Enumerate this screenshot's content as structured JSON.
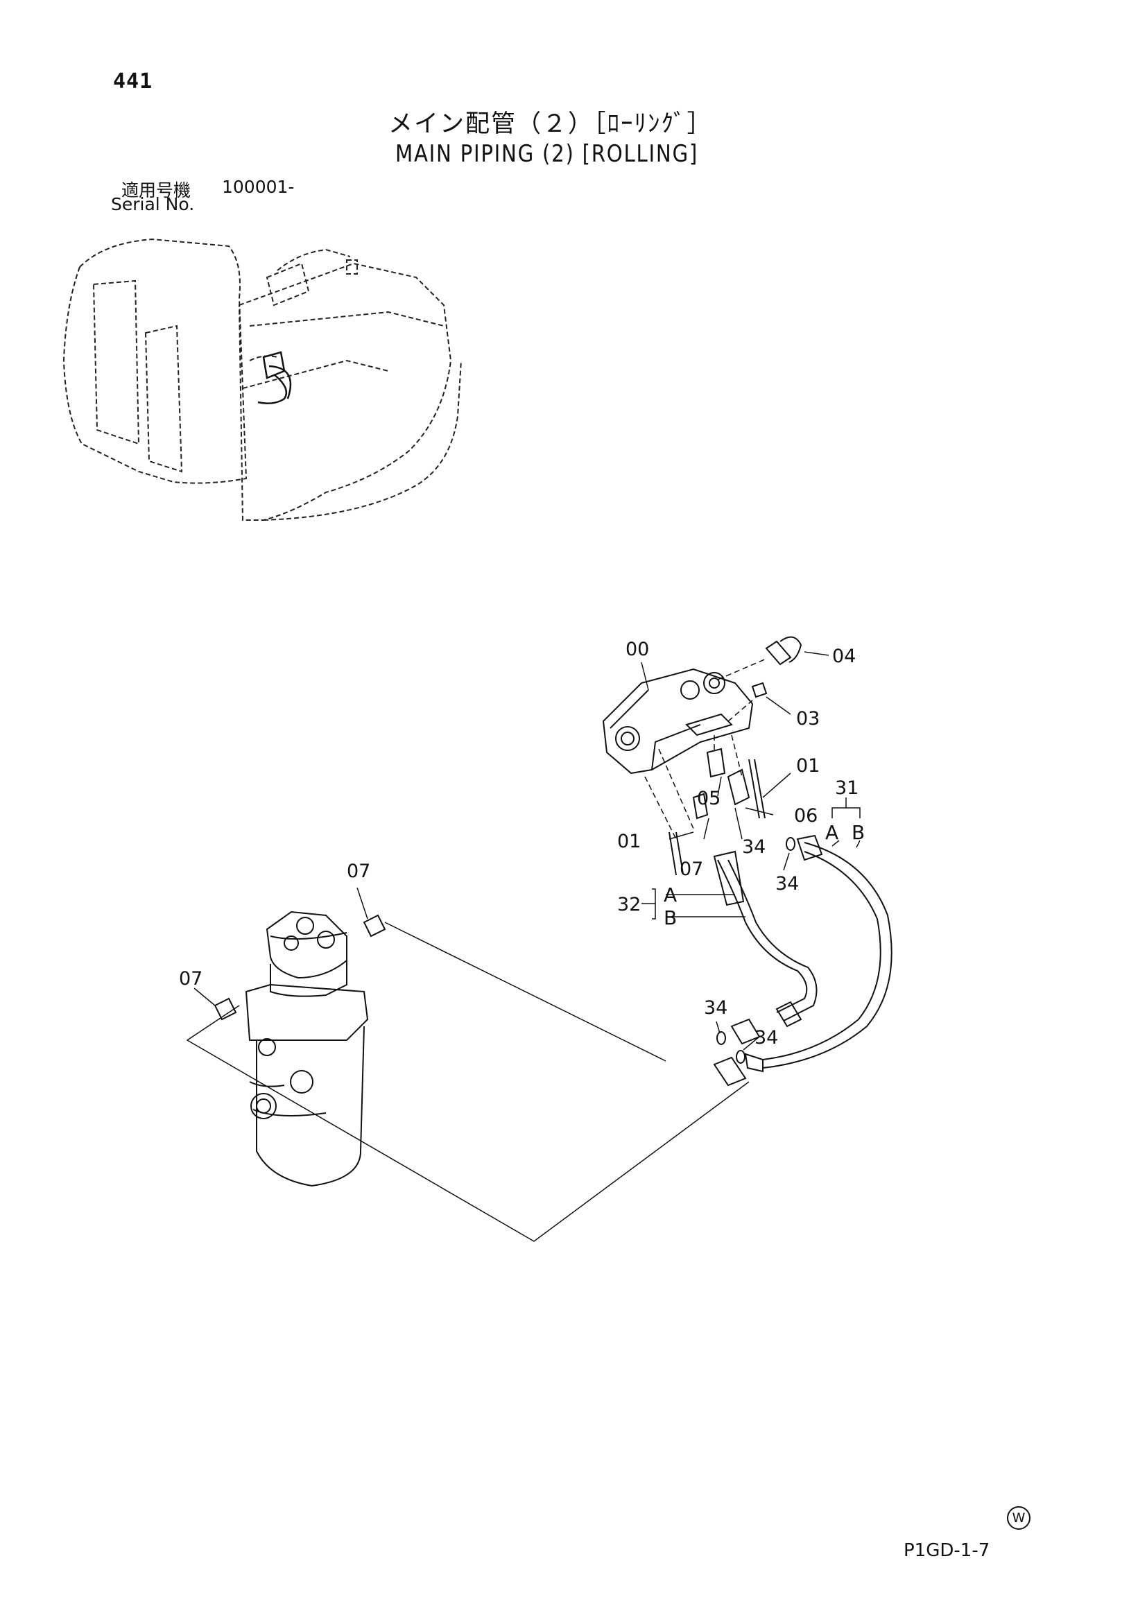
{
  "header": {
    "page_number": "441",
    "title_jp": "メイン配管（２）［ﾛｰﾘﾝｸﾞ］",
    "title_en": "MAIN PIPING (2) [ROLLING]",
    "serial_label_jp": "適用号機",
    "serial_value": "100001-",
    "serial_label_en": "Serial No."
  },
  "callouts": {
    "p00": "00",
    "p04": "04",
    "p03": "03",
    "p01_right": "01",
    "p05": "05",
    "p06": "06",
    "p01_left": "01",
    "p07_upper": "07",
    "p34_a": "34",
    "p34_b": "34",
    "p31": "31",
    "p31_a": "A",
    "p31_b": "B",
    "p32": "32",
    "p32_a": "A",
    "p32_b": "B",
    "p07_swivel_top": "07",
    "p07_swivel_left": "07",
    "p34_c": "34",
    "p34_d": "34"
  },
  "footer": {
    "mark": "W",
    "page_code": "P1GD-1-7"
  }
}
